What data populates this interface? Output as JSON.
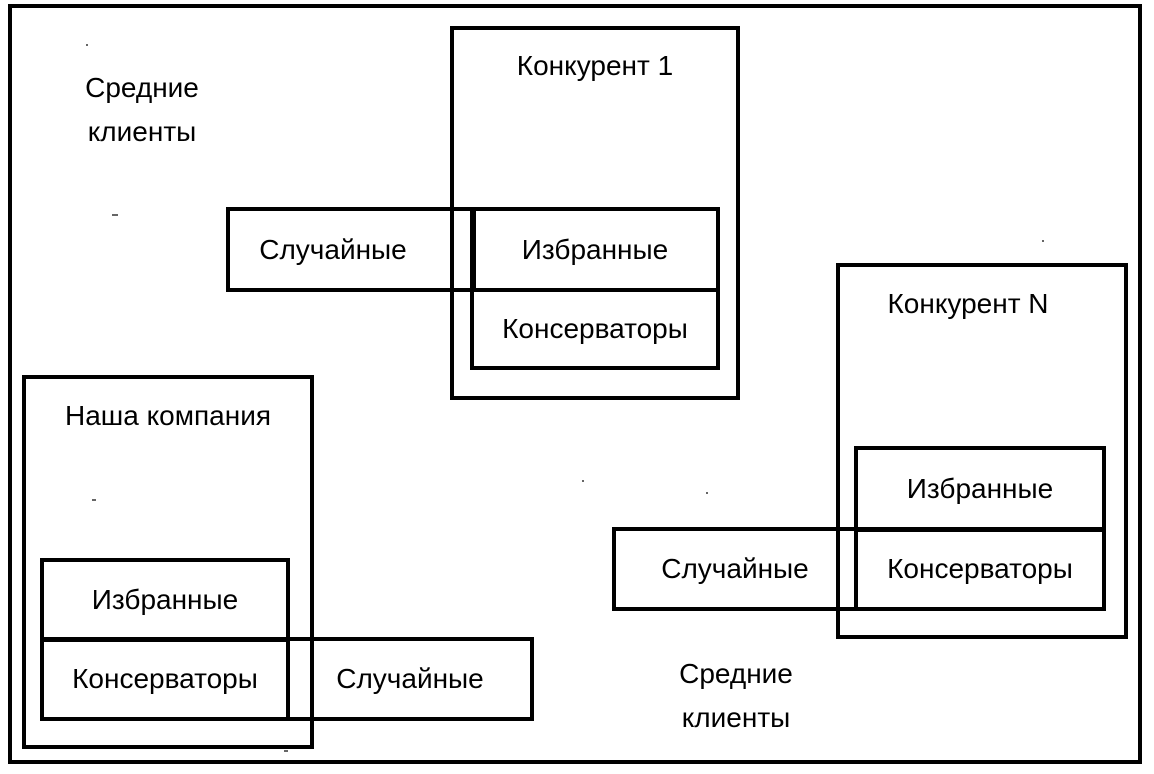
{
  "avg_clients_top": {
    "line1": "Средние",
    "line2": "клиенты"
  },
  "avg_clients_bottom": {
    "line1": "Средние",
    "line2": "клиенты"
  },
  "competitor_1": {
    "title": "Конкурент 1",
    "favorites": "Избранные",
    "conservatives": "Консерваторы",
    "random": "Случайные"
  },
  "competitor_n": {
    "title": "Конкурент N",
    "favorites": "Избранные",
    "conservatives": "Консерваторы",
    "random": "Случайные"
  },
  "our_company": {
    "title": "Наша компания",
    "favorites": "Избранные",
    "conservatives": "Консерваторы",
    "random": "Случайные"
  }
}
